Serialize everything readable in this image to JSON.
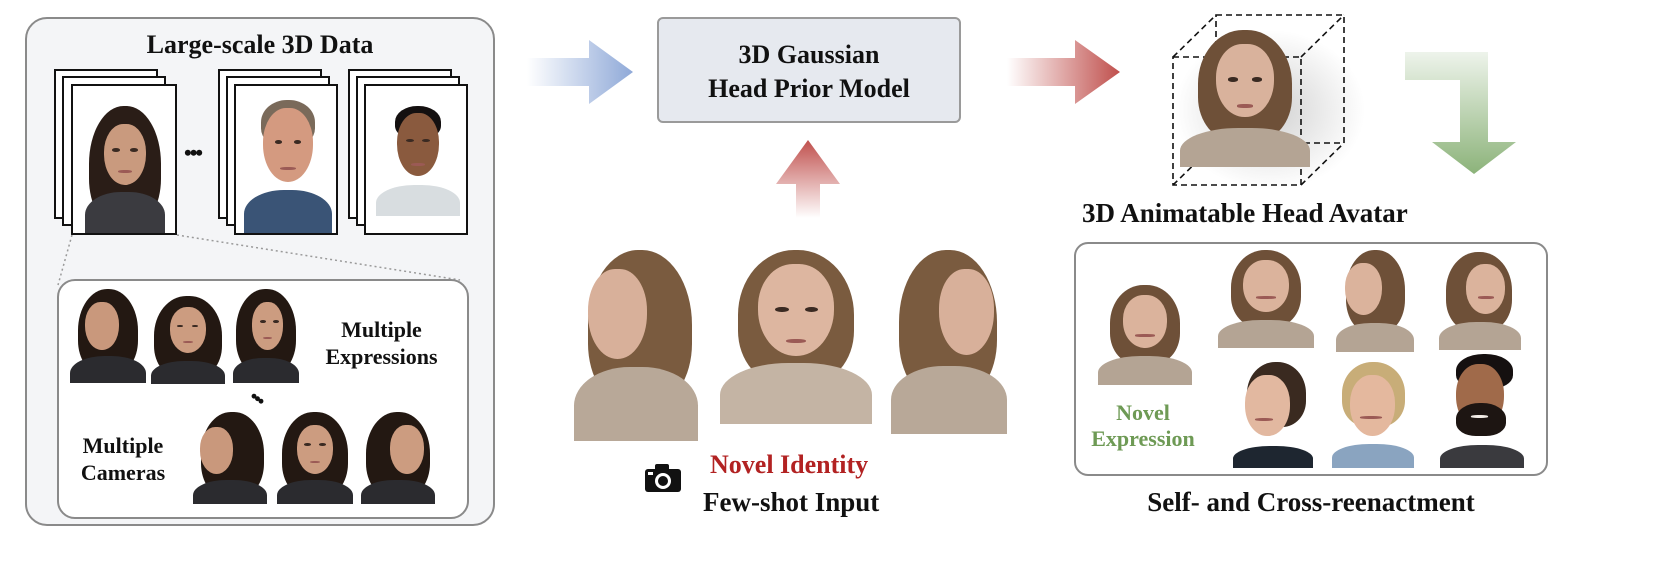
{
  "left_panel": {
    "title": "Large-scale 3D Data",
    "ellipsis": "•••",
    "multiple_expressions": [
      "Multiple",
      "Expressions"
    ],
    "multiple_cameras": [
      "Multiple",
      "Cameras"
    ],
    "dots": "•••"
  },
  "prior_model": {
    "line1": "3D Gaussian",
    "line2": "Head Prior Model"
  },
  "input": {
    "novel_identity": "Novel Identity",
    "few_shot": "Few-shot Input",
    "camera_icon": "camera-icon"
  },
  "avatar": {
    "label": "3D Animatable Head Avatar"
  },
  "reenact": {
    "novel_expression": [
      "Novel",
      "Expression"
    ],
    "caption": "Self- and Cross-reenactment"
  },
  "colors": {
    "arrow_blue": "#8fa9d8",
    "arrow_red": "#c0504d",
    "arrow_green": "#8cb37a",
    "novel_identity_text": "#b22222",
    "novel_expression_text": "#6e9a55",
    "box_fill": "#e6e9ef"
  }
}
